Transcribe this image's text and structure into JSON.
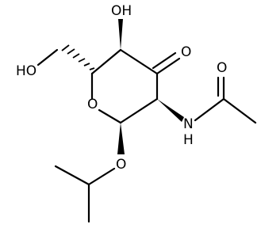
{
  "molecule": {
    "atom_labels": {
      "ring_oxygen": "O",
      "c4_hydroxyl": "OH",
      "c3_carbonyl_oxygen": "O",
      "hydroxymethyl": "HO",
      "amide_nitrogen": "N",
      "amide_hydrogen": "H",
      "acetyl_oxygen": "O",
      "glycosidic_oxygen": "O"
    },
    "colors": {
      "bond": "#000000",
      "text": "#000000",
      "background": "#ffffff"
    }
  }
}
